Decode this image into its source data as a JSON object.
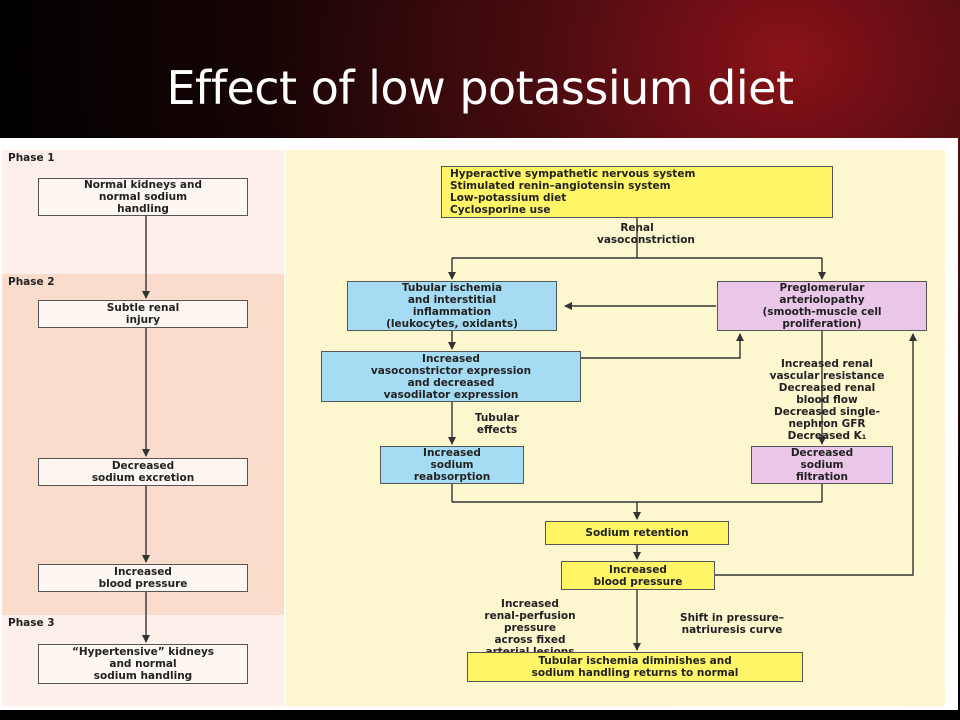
{
  "title": "Effect of low potassium diet",
  "phases": {
    "phase1": "Phase 1",
    "phase2": "Phase 2",
    "phase3": "Phase 3"
  },
  "left_boxes": {
    "normal_kidneys": [
      "Normal kidneys and",
      "normal sodium",
      "handling"
    ],
    "subtle_injury": [
      "Subtle renal",
      "injury"
    ],
    "decreased_excretion": [
      "Decreased",
      "sodium excretion"
    ],
    "increased_bp": [
      "Increased",
      "blood pressure"
    ],
    "hypertensive_kidneys": [
      "“Hypertensive” kidneys",
      "and normal",
      "sodium handling"
    ]
  },
  "right_boxes": {
    "causes": [
      "Hyperactive sympathetic nervous system",
      "Stimulated renin–angiotensin system",
      "Low-potassium diet",
      "Cyclosporine use"
    ],
    "tubular_ischemia": [
      "Tubular ischemia",
      "and interstitial",
      "inflammation",
      "(leukocytes, oxidants)"
    ],
    "preglomerular": [
      "Preglomerular",
      "arteriolopathy",
      "(smooth-muscle cell",
      "proliferation)"
    ],
    "vasoconstrictor": [
      "Increased",
      "vasoconstrictor expression",
      "and decreased",
      "vasodilator expression"
    ],
    "sodium_reabsorption": [
      "Increased",
      "sodium",
      "reabsorption"
    ],
    "sodium_filtration": [
      "Decreased",
      "sodium",
      "filtration"
    ],
    "sodium_retention": [
      "Sodium retention"
    ],
    "increased_bp": [
      "Increased",
      "blood pressure"
    ],
    "ischemia_diminishes": [
      "Tubular ischemia diminishes and",
      "sodium handling returns to normal"
    ]
  },
  "annotations": {
    "renal_vasoconstriction": [
      "Renal",
      "vasoconstriction"
    ],
    "tubular_effects": [
      "Tubular",
      "effects"
    ],
    "vascular_effects": [
      "Increased renal",
      "vascular resistance",
      "Decreased renal",
      "blood flow",
      "Decreased single-",
      "nephron GFR",
      "Decreased K₁"
    ],
    "perfusion_pressure": [
      "Increased",
      "renal-perfusion",
      "pressure",
      "across fixed",
      "arterial lesions"
    ],
    "pressure_natriuresis": [
      "Shift in pressure–",
      "natriuresis curve"
    ]
  },
  "colors": {
    "yellow_box": "#fff566",
    "blue_box": "#a6dcf3",
    "pink_box": "#eac6e8",
    "white_box": "#fdf6f1",
    "right_panel": "#fdf7cf",
    "phase_light": "#fdf0ea",
    "phase_dark": "#fadccc"
  }
}
